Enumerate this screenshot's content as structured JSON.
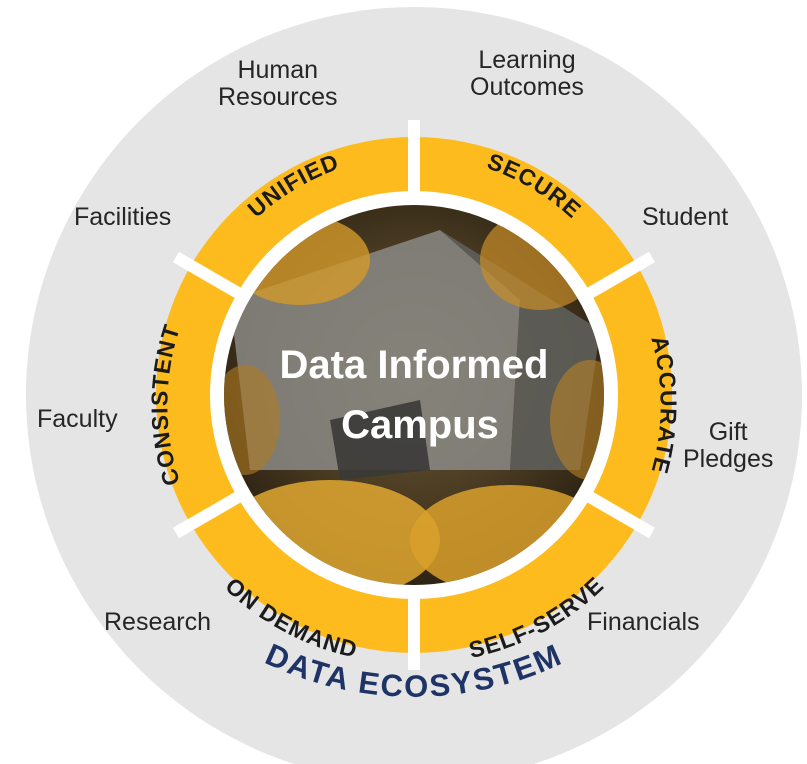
{
  "diagram": {
    "center_title_line1": "Data Informed",
    "center_title_line2": "Campus",
    "ecosystem_label": "DATA ECOSYSTEM",
    "segments": {
      "unified": "UNIFIED",
      "secure": "SECURE",
      "accurate": "ACCURATE",
      "self_serve": "SELF-SERVE",
      "on_demand": "ON DEMAND",
      "consistent": "CONSISTENT"
    },
    "domains": {
      "human_resources_line1": "Human",
      "human_resources_line2": "Resources",
      "learning_outcomes_line1": "Learning",
      "learning_outcomes_line2": "Outcomes",
      "facilities": "Facilities",
      "student": "Student",
      "faculty": "Faculty",
      "gift_pledges_line1": "Gift",
      "gift_pledges_line2": "Pledges",
      "research": "Research",
      "financials": "Financials"
    },
    "colors": {
      "outer_ring": "#e5e5e6",
      "segment_gold": "#fdbb1e",
      "divider": "#ffffff",
      "ecosystem_text": "#1f3466"
    }
  }
}
